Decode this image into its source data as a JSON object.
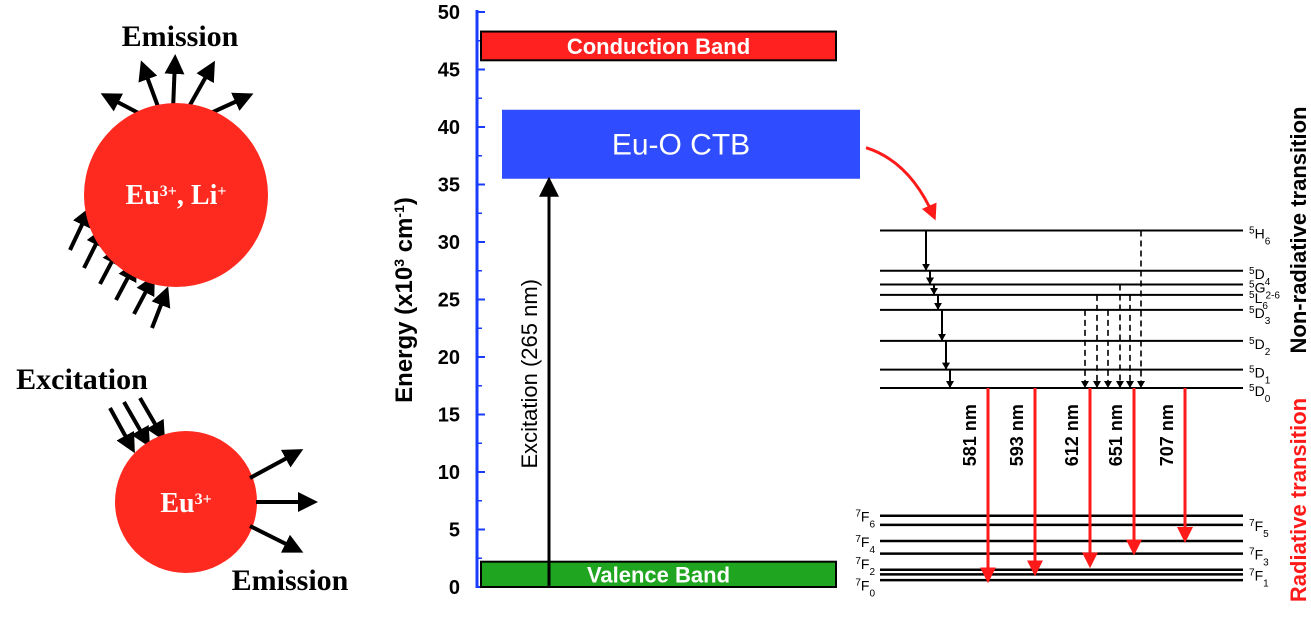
{
  "colors": {
    "axis": "#1a3cff",
    "sphere": "#ff2a1f",
    "conduction": "#ff2020",
    "ctb": "#2f4dff",
    "valence": "#1fa51f",
    "radiative": "#ff1a1a",
    "ink": "#000000"
  },
  "spheres": {
    "top_label_main": "Eu",
    "top_label_sup1": "3+",
    "top_label_sep": ", Li",
    "top_label_sup2": "+",
    "bottom_label_main": "Eu",
    "bottom_label_sup": "3+",
    "emission_top": "Emission",
    "emission_bottom": "Emission",
    "excitation": "Excitation"
  },
  "axis": {
    "ylabel_main": "Energy (x10",
    "ylabel_sup1": "3",
    "ylabel_mid": " cm",
    "ylabel_sup2": "-1",
    "ylabel_end": ")",
    "ylim": [
      0,
      50
    ],
    "ticks": [
      "0",
      "5",
      "10",
      "15",
      "20",
      "25",
      "30",
      "35",
      "40",
      "45",
      "50"
    ]
  },
  "bands": {
    "conduction": {
      "label": "Conduction Band",
      "ymin": 45.8,
      "ymax": 48.3
    },
    "ctb": {
      "label": "Eu-O CTB",
      "ymin": 35.5,
      "ymax": 41.5
    },
    "valence": {
      "label": "Valence Band",
      "ymin": 0,
      "ymax": 2.2
    }
  },
  "excitation_label": "Excitation (265 nm)",
  "upper_levels": [
    {
      "name": "5H6",
      "sup": "5",
      "sym": "H",
      "sub": "6",
      "energy": 31.0
    },
    {
      "name": "5D4",
      "sup": "5",
      "sym": "D",
      "sub": "4",
      "energy": 27.5
    },
    {
      "name": "5G2-6",
      "sup": "5",
      "sym": "G",
      "sub": "2-6",
      "energy": 26.3
    },
    {
      "name": "5L6",
      "sup": "5",
      "sym": "L",
      "sub": "6",
      "energy": 25.4
    },
    {
      "name": "5D3",
      "sup": "5",
      "sym": "D",
      "sub": "3",
      "energy": 24.1
    },
    {
      "name": "5D2",
      "sup": "5",
      "sym": "D",
      "sub": "2",
      "energy": 21.4
    },
    {
      "name": "5D1",
      "sup": "5",
      "sym": "D",
      "sub": "1",
      "energy": 18.9
    },
    {
      "name": "5D0",
      "sup": "5",
      "sym": "D",
      "sub": "0",
      "energy": 17.3
    }
  ],
  "lower_levels_left": [
    {
      "sup": "7",
      "sym": "F",
      "sub": "6",
      "energy": 6.2
    },
    {
      "sup": "7",
      "sym": "F",
      "sub": "4",
      "energy": 4.0
    },
    {
      "sup": "7",
      "sym": "F",
      "sub": "2",
      "energy": 2.1
    },
    {
      "sup": "7",
      "sym": "F",
      "sub": "0",
      "energy": 0.2
    }
  ],
  "lower_levels_right": [
    {
      "sup": "7",
      "sym": "F",
      "sub": "5",
      "energy": 5.4
    },
    {
      "sup": "7",
      "sym": "F",
      "sub": "3",
      "energy": 2.9
    },
    {
      "sup": "7",
      "sym": "F",
      "sub": "1",
      "energy": 1.1
    }
  ],
  "lower_level_lines": [
    6.2,
    5.4,
    4.0,
    2.9,
    1.5,
    1.1,
    0.6
  ],
  "radiative": [
    {
      "label": "581 nm",
      "to": 0.5
    },
    {
      "label": "593 nm",
      "to": 1.1
    },
    {
      "label": "612 nm",
      "to": 1.8
    },
    {
      "label": "651 nm",
      "to": 2.9
    },
    {
      "label": "707 nm",
      "to": 4.0
    }
  ],
  "side_labels": {
    "nonradiative": "Non-radiative transition",
    "radiative": "Radiative transition"
  }
}
